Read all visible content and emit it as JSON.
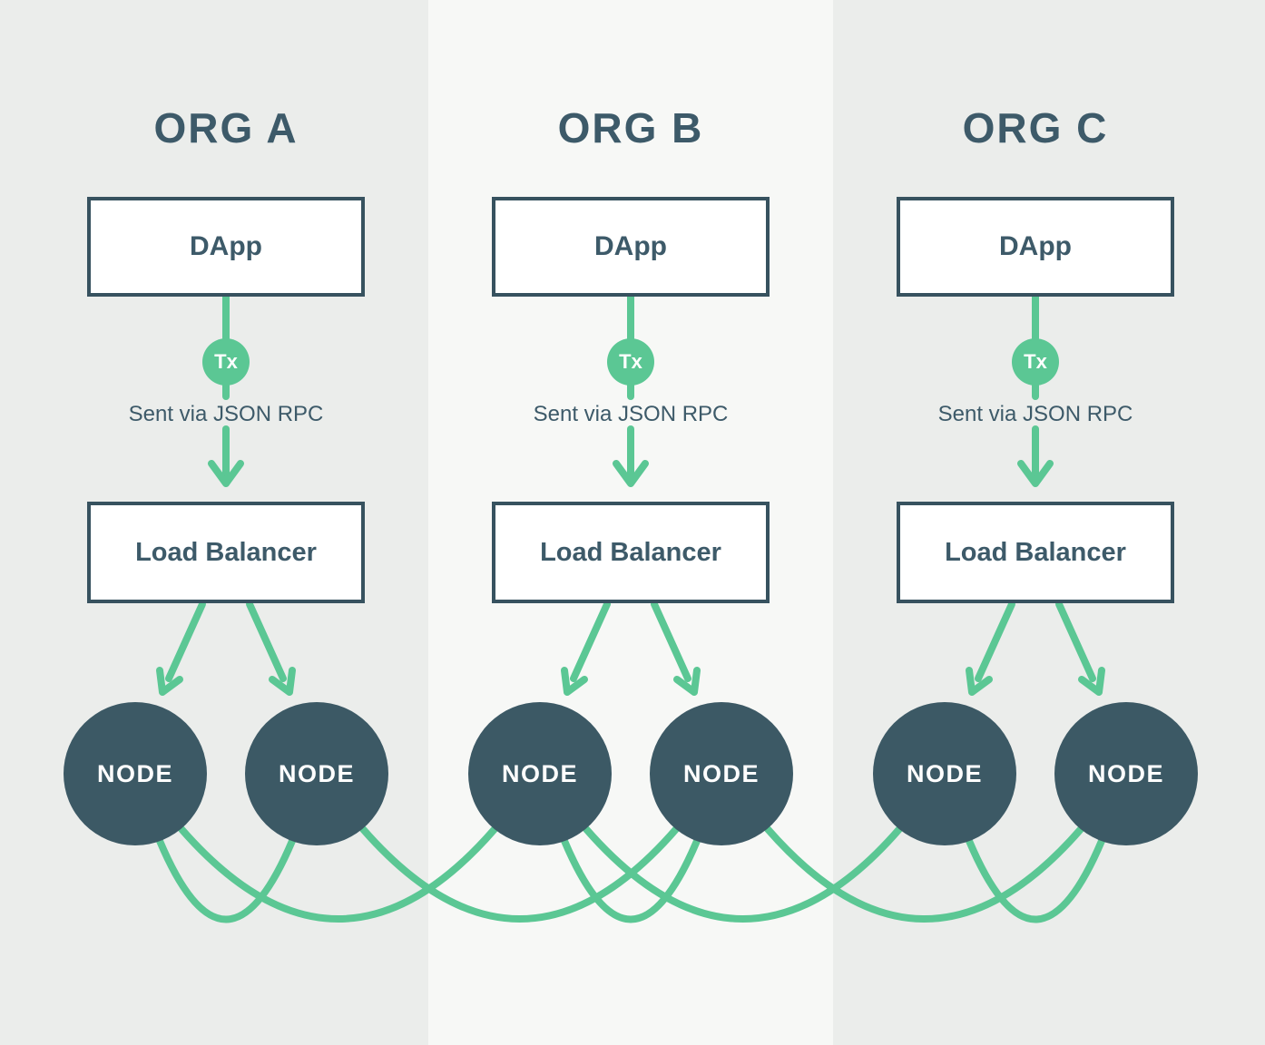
{
  "columns": [
    {
      "title": "ORG A",
      "dapp_label": "DApp",
      "tx_badge_label": "Tx",
      "rpc_caption": "Sent via JSON RPC",
      "load_balancer_label": "Load Balancer",
      "nodes": [
        "NODE",
        "NODE"
      ]
    },
    {
      "title": "ORG B",
      "dapp_label": "DApp",
      "tx_badge_label": "Tx",
      "rpc_caption": "Sent via JSON RPC",
      "load_balancer_label": "Load Balancer",
      "nodes": [
        "NODE",
        "NODE"
      ]
    },
    {
      "title": "ORG C",
      "dapp_label": "DApp",
      "tx_badge_label": "Tx",
      "rpc_caption": "Sent via JSON RPC",
      "load_balancer_label": "Load Balancer",
      "nodes": [
        "NODE",
        "NODE"
      ]
    }
  ],
  "flow_per_column": [
    "DApp",
    "Tx",
    "Sent via JSON RPC",
    "Load Balancer",
    "NODE",
    "NODE"
  ],
  "node_links": [
    {
      "from": "org-a-node-1",
      "to": "org-a-node-2"
    },
    {
      "from": "org-b-node-1",
      "to": "org-b-node-2"
    },
    {
      "from": "org-c-node-1",
      "to": "org-c-node-2"
    },
    {
      "from": "org-a-node-1",
      "to": "org-b-node-1"
    },
    {
      "from": "org-a-node-2",
      "to": "org-b-node-2"
    },
    {
      "from": "org-b-node-1",
      "to": "org-c-node-1"
    },
    {
      "from": "org-b-node-2",
      "to": "org-c-node-2"
    }
  ],
  "colors": {
    "green": "#5bc794",
    "slate": "#3d5a69",
    "slate-border": "#37525f",
    "node-fill": "#3c5965",
    "panel-bg": "#ebedeb",
    "panel-bg-alt": "#f7f8f6",
    "box-bg": "#ffffff"
  }
}
